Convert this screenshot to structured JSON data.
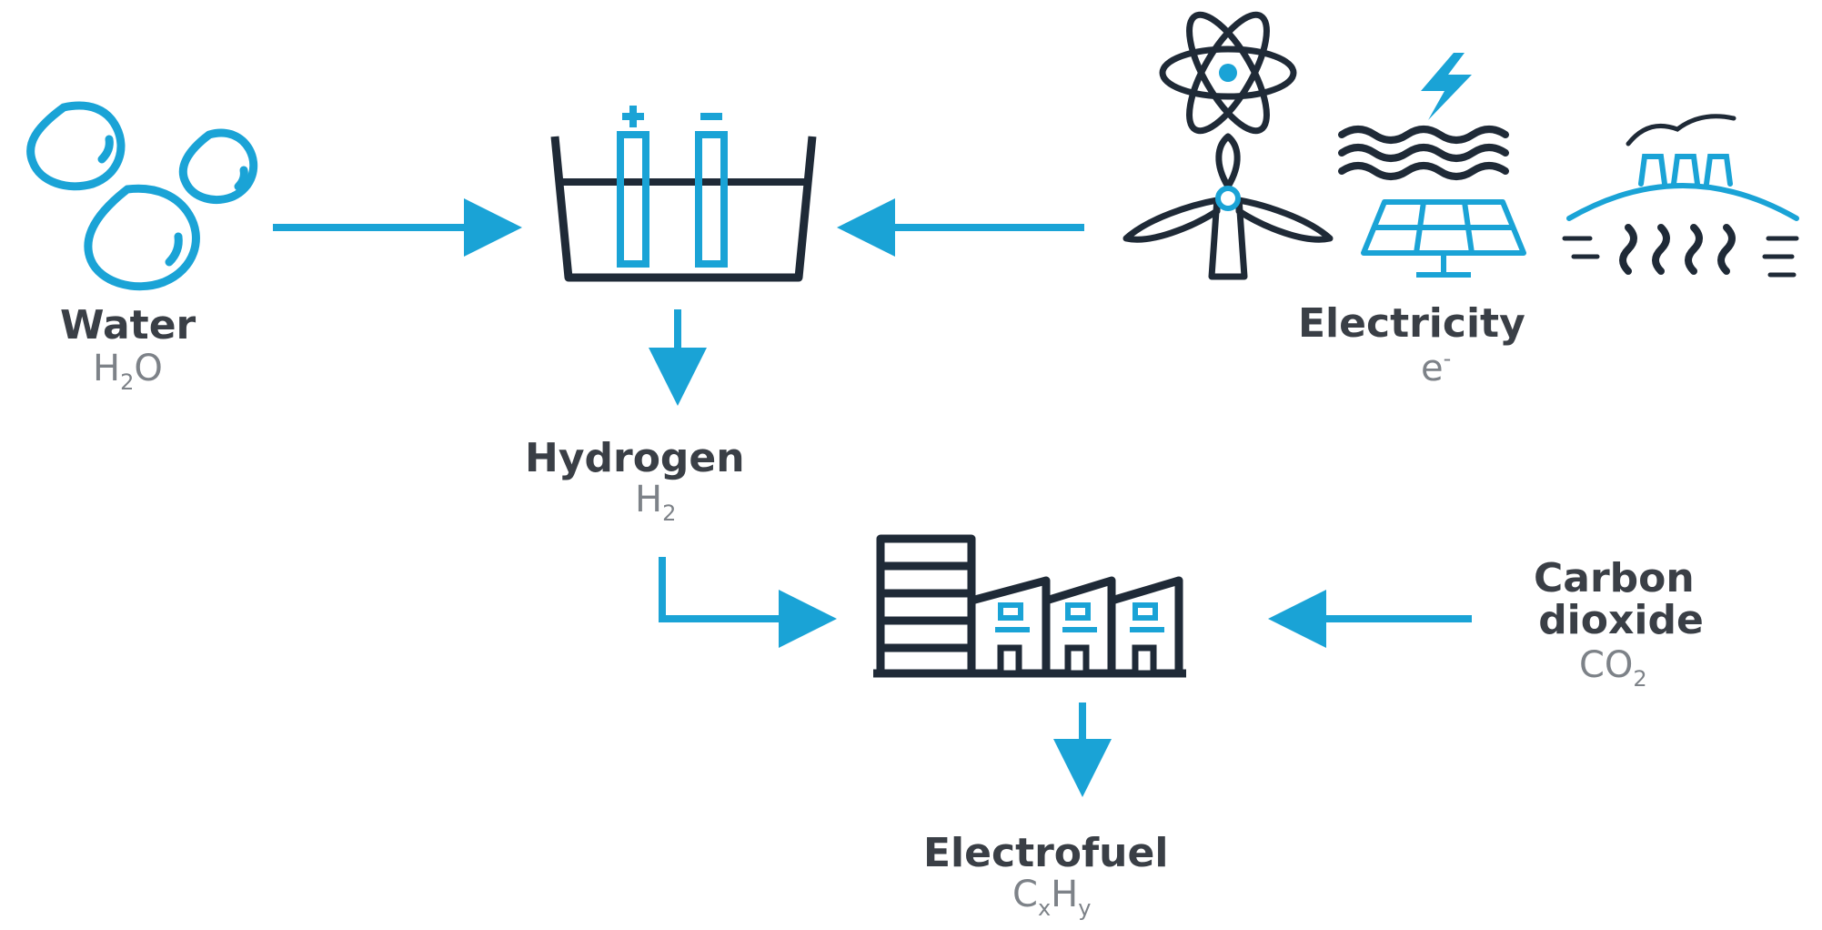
{
  "colors": {
    "accent": "#1aa3d6",
    "dark": "#1f2a37",
    "label": "#3a3f46",
    "formula": "#7d8288"
  },
  "nodes": {
    "water": {
      "name": "Water",
      "formula_a": "H",
      "formula_sub": "2",
      "formula_b": "O",
      "icon": "water-drops-icon"
    },
    "electrolyzer": {
      "icon": "electrolyzer-icon"
    },
    "electricity": {
      "name": "Electricity",
      "formula_a": "e",
      "formula_sup": "-",
      "icons": [
        "atom-icon",
        "lightning-bolt-icon",
        "wind-turbine-icon",
        "hydro-waves-icon",
        "solar-panel-icon",
        "geothermal-plant-icon"
      ]
    },
    "hydrogen": {
      "name": "Hydrogen",
      "formula_a": "H",
      "formula_sub": "2"
    },
    "factory": {
      "icon": "factory-icon"
    },
    "carbon_dioxide": {
      "name_line1": "Carbon",
      "name_line2": "dioxide",
      "formula_a": "CO",
      "formula_sub": "2"
    },
    "electrofuel": {
      "name": "Electrofuel",
      "formula_a": "C",
      "formula_sub1": "x",
      "formula_b": "H",
      "formula_sub2": "y"
    }
  },
  "edges": [
    {
      "from": "water",
      "to": "electrolyzer"
    },
    {
      "from": "electricity",
      "to": "electrolyzer"
    },
    {
      "from": "electrolyzer",
      "to": "hydrogen"
    },
    {
      "from": "hydrogen",
      "to": "factory"
    },
    {
      "from": "carbon_dioxide",
      "to": "factory"
    },
    {
      "from": "factory",
      "to": "electrofuel"
    }
  ]
}
